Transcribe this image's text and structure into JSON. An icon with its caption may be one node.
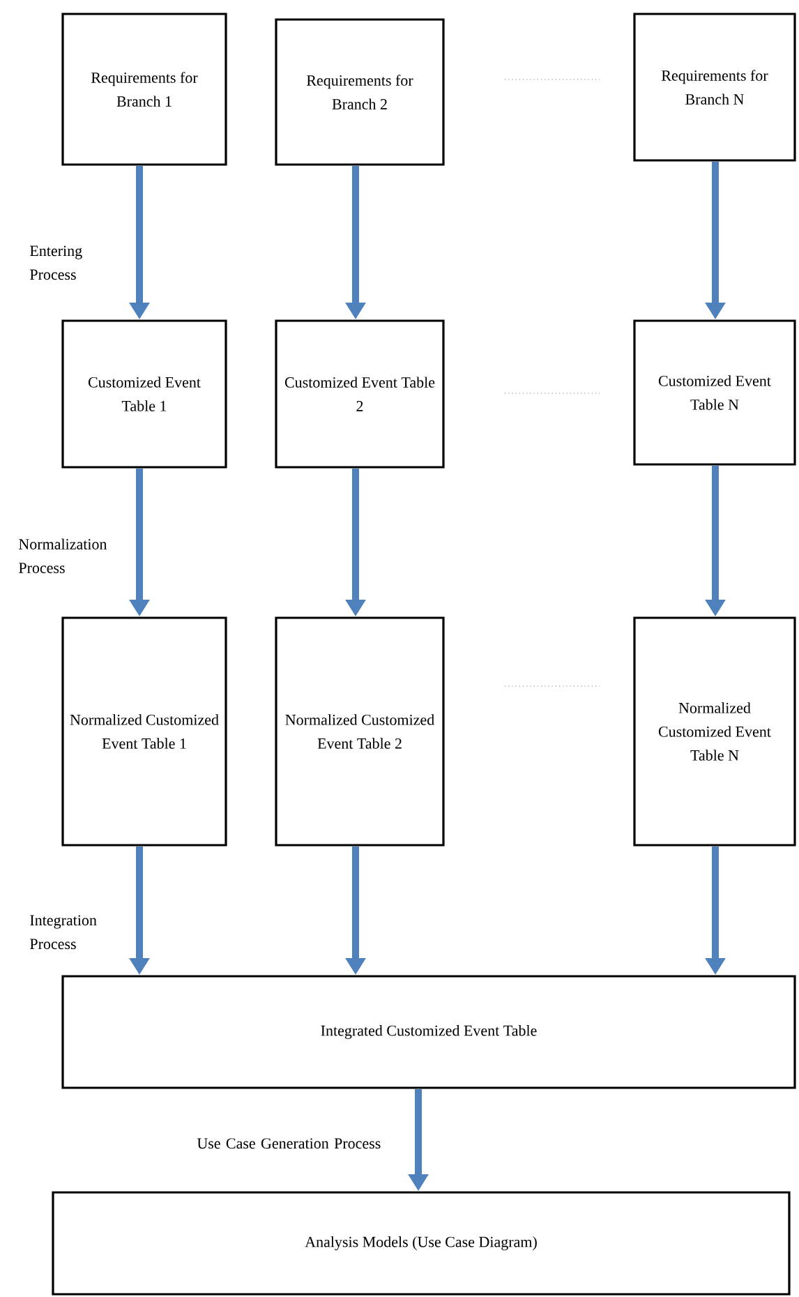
{
  "diagram": {
    "nodes": [
      {
        "text": [
          "Requirements for Branch 1"
        ]
      },
      {
        "text": [
          "Requirements for Branch 2"
        ]
      },
      {
        "text": [
          "Requirements for Branch N"
        ]
      },
      {
        "text": [
          "Customized Event Table 1"
        ]
      },
      {
        "text": [
          "Customized Event Table 2"
        ]
      },
      {
        "text": [
          "Customized Event Table N"
        ]
      },
      {
        "text": [
          "Normalized Customized Event Table 1"
        ]
      },
      {
        "text": [
          "Normalized Customized Event Table 2"
        ]
      },
      {
        "text": [
          "Normalized Customized Event Table N"
        ]
      },
      {
        "text": [
          "Integrated Customized Event Table"
        ]
      },
      {
        "text": [
          "Analysis Models (Use Case Diagram)"
        ]
      }
    ],
    "edges": [
      {
        "from": 0,
        "to": 3,
        "arrow": "to",
        "label": "Entering Process"
      },
      {
        "from": 1,
        "to": 4,
        "arrow": "to"
      },
      {
        "from": 2,
        "to": 5,
        "arrow": "to"
      },
      {
        "from": 3,
        "to": 6,
        "arrow": "to",
        "label": "Normalization Process"
      },
      {
        "from": 4,
        "to": 7,
        "arrow": "to"
      },
      {
        "from": 5,
        "to": 8,
        "arrow": "to"
      },
      {
        "from": 6,
        "to": 9,
        "arrow": "to",
        "label": "Integration Process"
      },
      {
        "from": 7,
        "to": 9,
        "arrow": "to"
      },
      {
        "from": 8,
        "to": 9,
        "arrow": "to"
      },
      {
        "from": 9,
        "to": 10,
        "arrow": "to",
        "label": "Use Case Generation Process"
      }
    ]
  }
}
